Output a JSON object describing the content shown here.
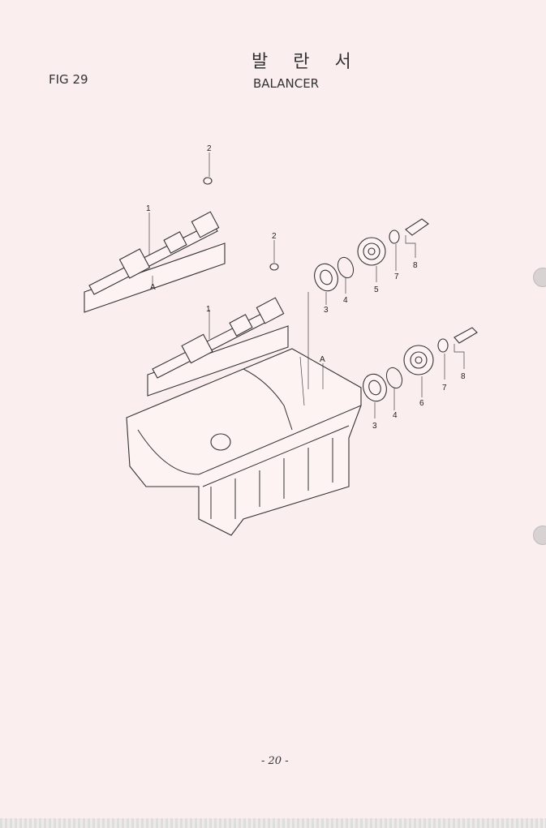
{
  "header": {
    "title_ko": "발 란 서",
    "title_en": "BALANCER",
    "figure": "FIG 29"
  },
  "callouts": {
    "c1a": "1",
    "c1b": "1",
    "c2a": "2",
    "c2b": "2",
    "cAa": "A",
    "cAb": "A",
    "c3a": "3",
    "c3b": "3",
    "c4a": "4",
    "c4b": "4",
    "c5": "5",
    "c6": "6",
    "c7a": "7",
    "c7b": "7",
    "c8a": "8",
    "c8b": "8"
  },
  "footer": {
    "page": "- 20 -"
  }
}
